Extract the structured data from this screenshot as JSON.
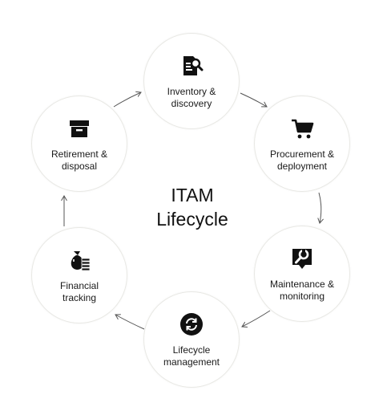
{
  "center": {
    "title": "ITAM\nLifecycle"
  },
  "nodes": [
    {
      "label": "Inventory &\ndiscovery",
      "icon": "document-search-icon"
    },
    {
      "label": "Procurement &\ndeployment",
      "icon": "shopping-cart-icon"
    },
    {
      "label": "Maintenance &\nmonitoring",
      "icon": "wrench-icon"
    },
    {
      "label": "Lifecycle\nmanagement",
      "icon": "refresh-cycle-icon"
    },
    {
      "label": "Financial\ntracking",
      "icon": "money-bag-icon"
    },
    {
      "label": "Retirement &\ndisposal",
      "icon": "archive-box-icon"
    }
  ],
  "colors": {
    "ink": "#111111",
    "arrow": "#555555",
    "node_fill": "#ffffff"
  }
}
